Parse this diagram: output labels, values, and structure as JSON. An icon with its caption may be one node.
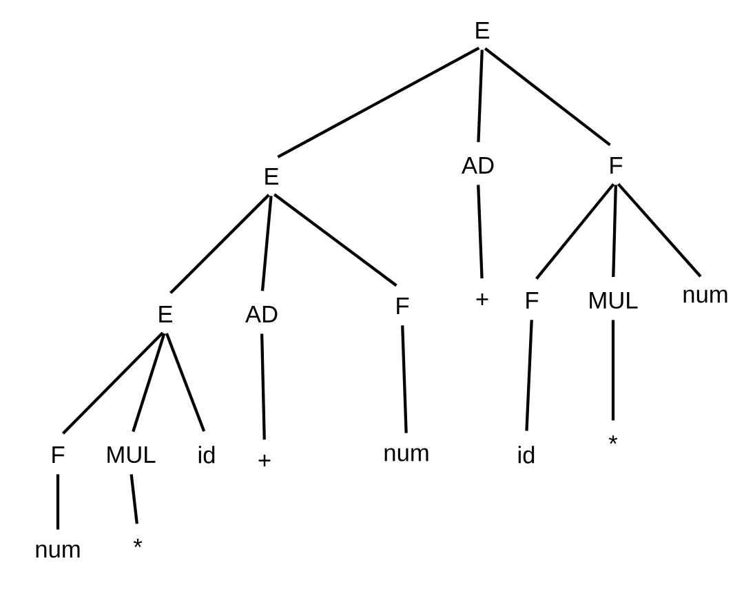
{
  "diagram": {
    "nodes": [
      {
        "text": [
          "E"
        ]
      },
      {
        "text": [
          "E"
        ]
      },
      {
        "text": [
          "AD"
        ]
      },
      {
        "text": [
          "F"
        ]
      },
      {
        "text": [
          "E"
        ]
      },
      {
        "text": [
          "AD"
        ]
      },
      {
        "text": [
          "F"
        ]
      },
      {
        "text": [
          "+"
        ]
      },
      {
        "text": [
          "F"
        ]
      },
      {
        "text": [
          "MUL"
        ]
      },
      {
        "text": [
          "num"
        ]
      },
      {
        "text": [
          "F"
        ]
      },
      {
        "text": [
          "MUL"
        ]
      },
      {
        "text": [
          "id"
        ]
      },
      {
        "text": [
          "+"
        ]
      },
      {
        "text": [
          "num"
        ]
      },
      {
        "text": [
          "id"
        ]
      },
      {
        "text": [
          "*"
        ]
      },
      {
        "text": [
          "num"
        ]
      },
      {
        "text": [
          "*"
        ]
      }
    ],
    "edges": [
      {
        "from": 0,
        "to": 1,
        "arrow": "none"
      },
      {
        "from": 0,
        "to": 2,
        "arrow": "none"
      },
      {
        "from": 0,
        "to": 3,
        "arrow": "none"
      },
      {
        "from": 1,
        "to": 4,
        "arrow": "none"
      },
      {
        "from": 1,
        "to": 5,
        "arrow": "none"
      },
      {
        "from": 1,
        "to": 6,
        "arrow": "none"
      },
      {
        "from": 2,
        "to": 7,
        "arrow": "none"
      },
      {
        "from": 3,
        "to": 8,
        "arrow": "none"
      },
      {
        "from": 3,
        "to": 9,
        "arrow": "none"
      },
      {
        "from": 3,
        "to": 10,
        "arrow": "none"
      },
      {
        "from": 4,
        "to": 11,
        "arrow": "none"
      },
      {
        "from": 4,
        "to": 12,
        "arrow": "none"
      },
      {
        "from": 4,
        "to": 13,
        "arrow": "none"
      },
      {
        "from": 5,
        "to": 14,
        "arrow": "none"
      },
      {
        "from": 6,
        "to": 15,
        "arrow": "none"
      },
      {
        "from": 8,
        "to": 16,
        "arrow": "none"
      },
      {
        "from": 9,
        "to": 17,
        "arrow": "none"
      },
      {
        "from": 11,
        "to": 18,
        "arrow": "none"
      },
      {
        "from": 12,
        "to": 19,
        "arrow": "none"
      }
    ]
  }
}
